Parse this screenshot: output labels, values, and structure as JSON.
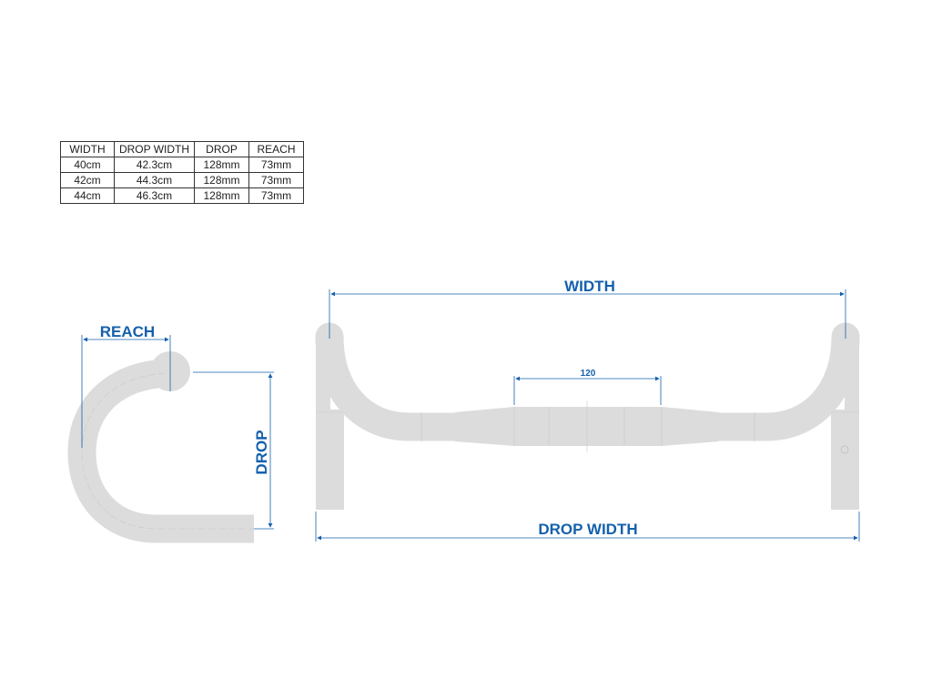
{
  "spec_table": {
    "headers": [
      "WIDTH",
      "DROP WIDTH",
      "DROP",
      "REACH"
    ],
    "rows": [
      [
        "40cm",
        "42.3cm",
        "128mm",
        "73mm"
      ],
      [
        "42cm",
        "44.3cm",
        "128mm",
        "73mm"
      ],
      [
        "44cm",
        "46.3cm",
        "128mm",
        "73mm"
      ]
    ]
  },
  "side_view": {
    "reach_label": "REACH",
    "drop_label": "DROP"
  },
  "front_view": {
    "width_label": "WIDTH",
    "clamp_label": "120",
    "drop_width_label": "DROP WIDTH"
  },
  "colors": {
    "dimension": "#1560ad",
    "tube": "#dcdcdc"
  }
}
